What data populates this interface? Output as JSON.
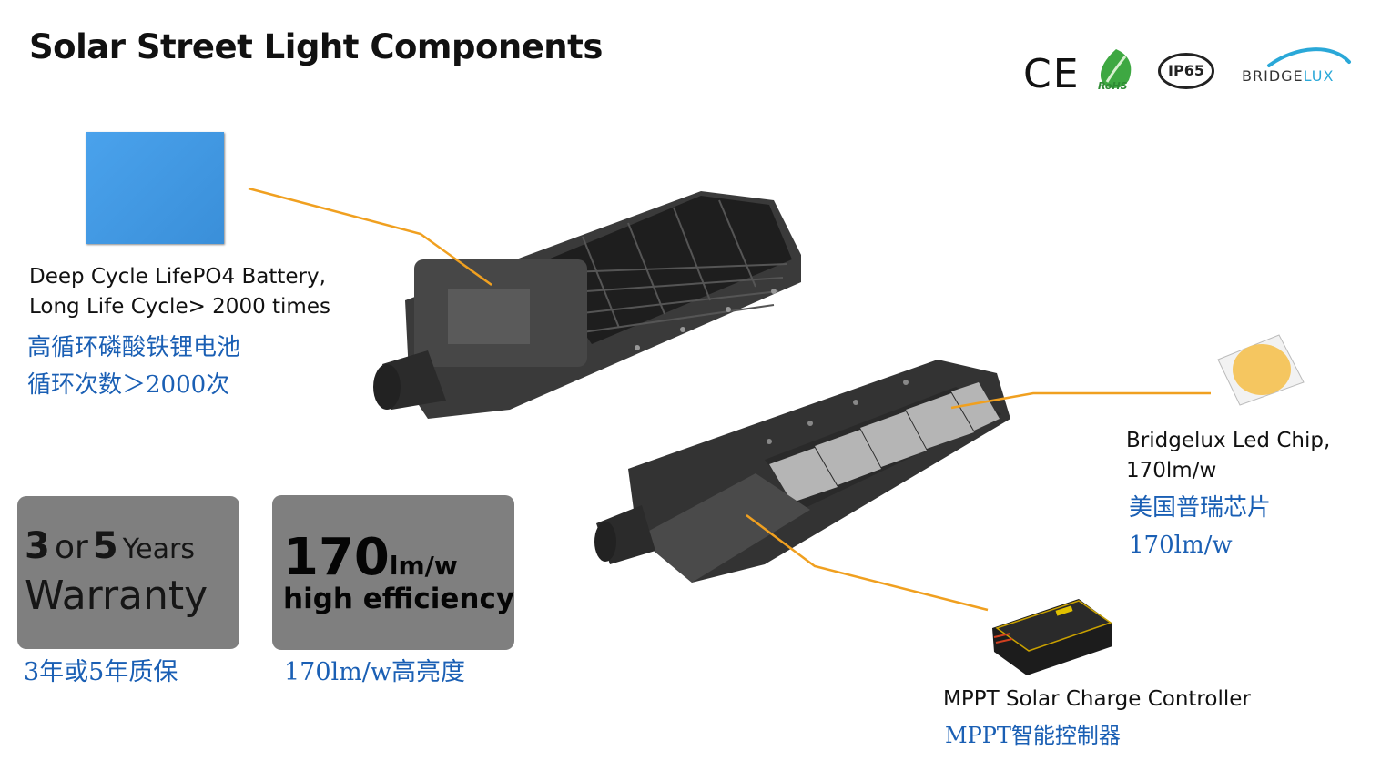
{
  "title": "Solar Street Light Components",
  "logos": {
    "ce": "CE",
    "rohs": "RoHS",
    "ip": "IP65",
    "bridgelux_a": "BRIDGE",
    "bridgelux_b": "LUX"
  },
  "battery": {
    "line1": "Deep Cycle LifePO4 Battery,",
    "line2": "Long Life Cycle> 2000 times",
    "cn1": "高循环磷酸铁锂电池",
    "cn2": "循环次数＞2000次"
  },
  "warranty": {
    "n1": "3",
    "or": "or",
    "n2": "5",
    "years": "Years",
    "word": "Warranty",
    "cn": "3年或5年质保"
  },
  "efficiency": {
    "num": "170",
    "unit": "lm/w",
    "text": "high efficiency",
    "cn": "170lm/w高亮度"
  },
  "chip": {
    "line1": "Bridgelux Led Chip,",
    "line2": "170lm/w",
    "cn1": "美国普瑞芯片",
    "cn2": "170lm/w"
  },
  "controller": {
    "line1": "MPPT Solar Charge Controller",
    "cn1": "MPPT智能控制器"
  },
  "colors": {
    "accent_line": "#f0a020",
    "cn_text": "#1a5fb4",
    "battery": "#3f97e3",
    "box": "#7f7f7f"
  }
}
